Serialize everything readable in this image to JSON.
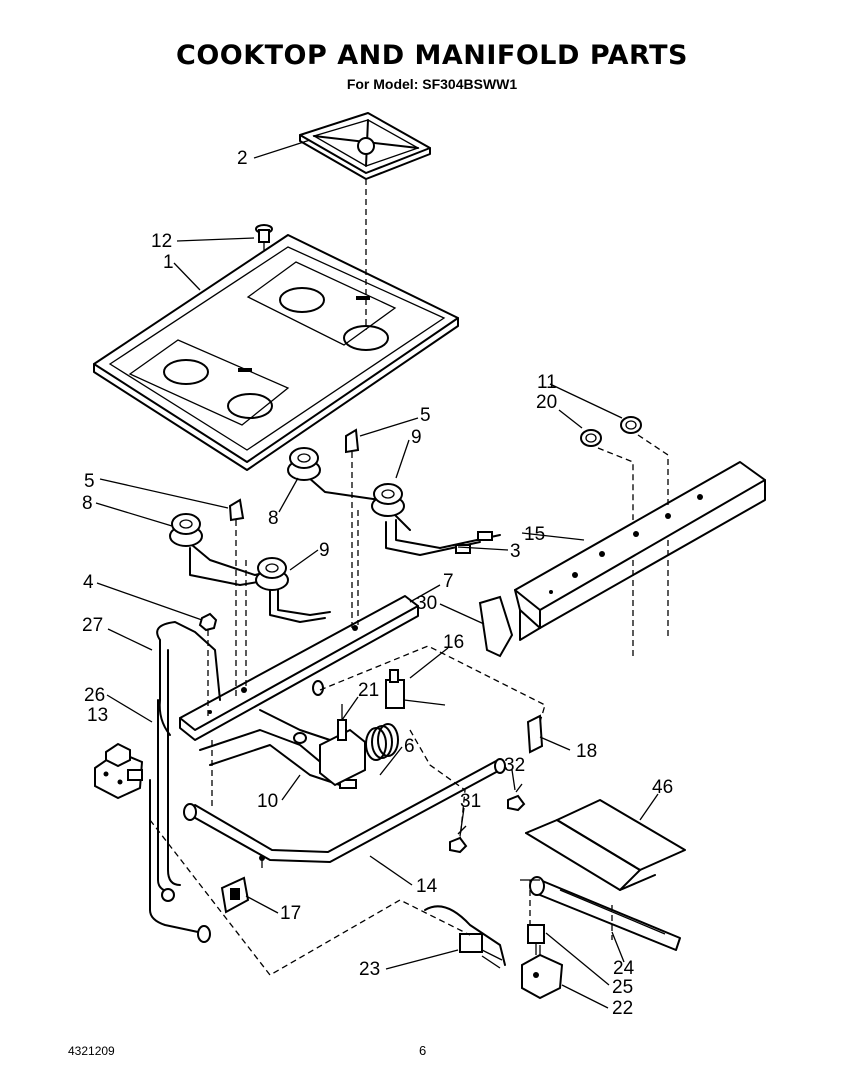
{
  "header": {
    "title": "COOKTOP AND MANIFOLD PARTS",
    "subtitle": "For Model: SF304BSWW1"
  },
  "footer": {
    "doc_number": "4321209",
    "page_number": "6"
  },
  "callouts": {
    "c1": "1",
    "c2": "2",
    "c3": "3",
    "c4": "4",
    "c5a": "5",
    "c5b": "5",
    "c6": "6",
    "c7": "7",
    "c8a": "8",
    "c8b": "8",
    "c9a": "9",
    "c9b": "9",
    "c10": "10",
    "c11": "11",
    "c12": "12",
    "c13": "13",
    "c14": "14",
    "c15": "15",
    "c16": "16",
    "c17": "17",
    "c18": "18",
    "c20": "20",
    "c21": "21",
    "c22": "22",
    "c23": "23",
    "c24": "24",
    "c25": "25",
    "c26": "26",
    "c27": "27",
    "c30": "30",
    "c31": "31",
    "c32": "32",
    "c46": "46"
  }
}
